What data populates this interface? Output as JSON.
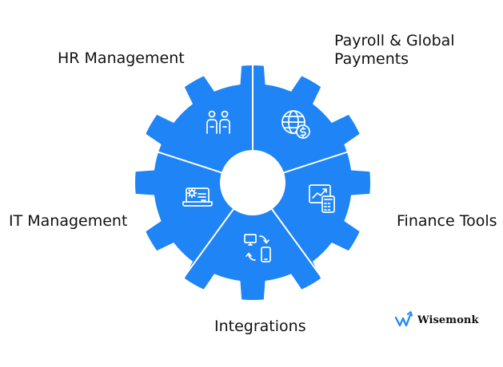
{
  "diagram": {
    "segments": [
      {
        "id": "hr",
        "label": "HR Management",
        "icon": "people-icon"
      },
      {
        "id": "payroll",
        "label_lines": [
          "Payroll & Global",
          "Payments"
        ],
        "icon": "globe-dollar-icon"
      },
      {
        "id": "finance",
        "label": "Finance Tools",
        "icon": "chart-calculator-icon"
      },
      {
        "id": "integrations",
        "label": "Integrations",
        "icon": "devices-sync-icon"
      },
      {
        "id": "it",
        "label": "IT Management",
        "icon": "laptop-gear-icon"
      }
    ],
    "gear_color": "#1f84f5",
    "divider_color": "#ffffff",
    "tooth_count": 12
  },
  "brand": {
    "name": "Wisemonk",
    "logo_color": "#1f84f5"
  }
}
